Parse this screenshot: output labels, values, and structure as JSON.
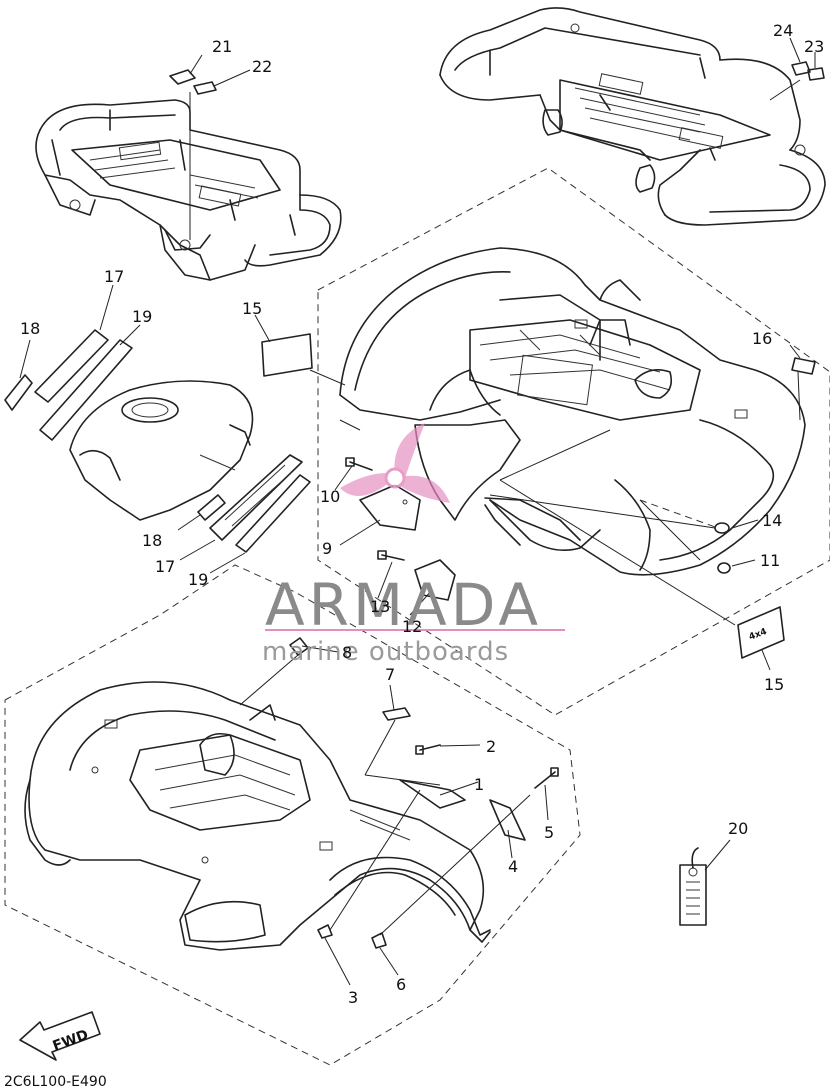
{
  "callouts": [
    {
      "id": "c21",
      "label": "21"
    },
    {
      "id": "c22",
      "label": "22"
    },
    {
      "id": "c24",
      "label": "24"
    },
    {
      "id": "c23",
      "label": "23"
    },
    {
      "id": "c17a",
      "label": "17"
    },
    {
      "id": "c19a",
      "label": "19"
    },
    {
      "id": "c18a",
      "label": "18"
    },
    {
      "id": "c15a",
      "label": "15"
    },
    {
      "id": "c16",
      "label": "16"
    },
    {
      "id": "c10",
      "label": "10"
    },
    {
      "id": "c9",
      "label": "9"
    },
    {
      "id": "c14",
      "label": "14"
    },
    {
      "id": "c11",
      "label": "11"
    },
    {
      "id": "c18b",
      "label": "18"
    },
    {
      "id": "c17b",
      "label": "17"
    },
    {
      "id": "c19b",
      "label": "19"
    },
    {
      "id": "c13",
      "label": "13"
    },
    {
      "id": "c12",
      "label": "12"
    },
    {
      "id": "c15b",
      "label": "15"
    },
    {
      "id": "c8",
      "label": "8"
    },
    {
      "id": "c7",
      "label": "7"
    },
    {
      "id": "c2",
      "label": "2"
    },
    {
      "id": "c1",
      "label": "1"
    },
    {
      "id": "c5",
      "label": "5"
    },
    {
      "id": "c4",
      "label": "4"
    },
    {
      "id": "c20",
      "label": "20"
    },
    {
      "id": "c3",
      "label": "3"
    },
    {
      "id": "c6",
      "label": "6"
    }
  ],
  "watermark": {
    "title": "ARMADA",
    "subtitle": "marine outboards",
    "accent_color": "#e58cc0"
  },
  "diagram_code": "2C6L100-E490",
  "fwd_label": "FWD",
  "decals": {
    "badge_4x4": "4x4"
  }
}
